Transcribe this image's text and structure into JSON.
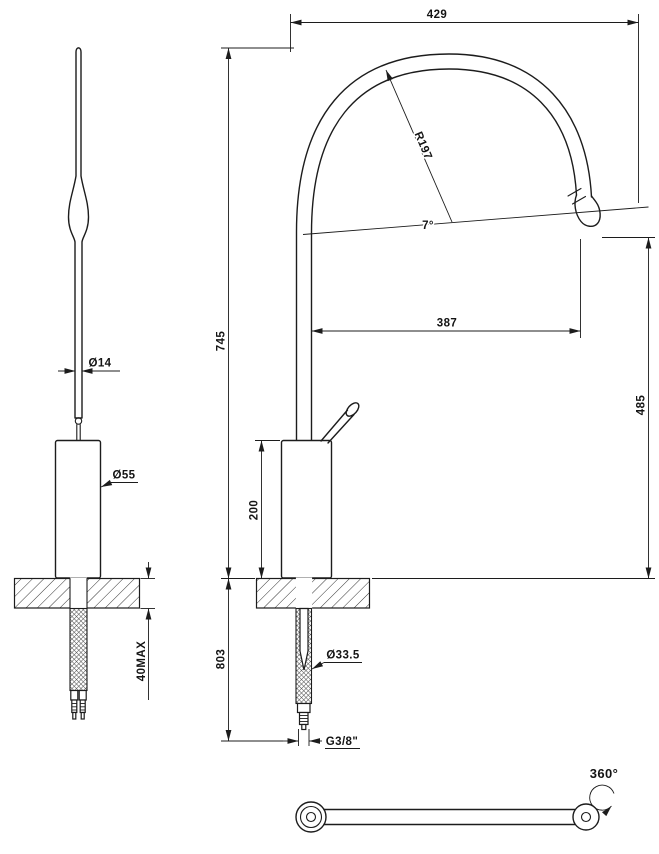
{
  "drawing": {
    "background": "#ffffff",
    "ink": "#1c1c1c",
    "side_view": {
      "handle_diameter": "Ø14",
      "body_diameter": "Ø55",
      "max_counter_thickness": "40MAX"
    },
    "front_view": {
      "overall_width": "429",
      "spout_radius": "R197",
      "spout_angle": "7°",
      "spout_reach": "387",
      "height_above_counter": "745",
      "spout_clearance": "485",
      "body_height": "200",
      "height_below_counter": "803",
      "hole_diameter": "Ø33.5",
      "connection_thread": "G3/8\""
    },
    "top_view": {
      "swivel_angle": "360°"
    }
  }
}
